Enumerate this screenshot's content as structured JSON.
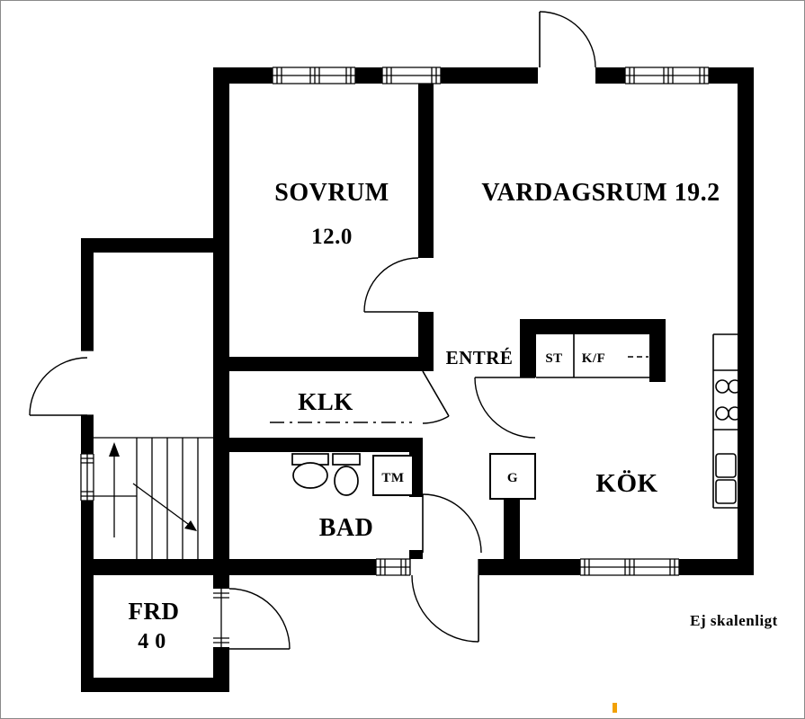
{
  "note": "Ej skalenligt",
  "rooms": {
    "sovrum": {
      "label": "SOVRUM",
      "area": "12.0"
    },
    "vardagsrum": {
      "label": "VARDAGSRUM 19.2"
    },
    "entre": {
      "label": "ENTRÉ"
    },
    "klk": {
      "label": "KLK"
    },
    "bad": {
      "label": "BAD"
    },
    "kok": {
      "label": "KÖK"
    },
    "frd": {
      "label": "FRD",
      "area": "4 0"
    }
  },
  "fixtures": {
    "st": {
      "label": "ST"
    },
    "kf": {
      "label": "K/F"
    },
    "g": {
      "label": "G"
    },
    "tm": {
      "label": "TM"
    }
  },
  "colors": {
    "wall": "#000000",
    "background": "#ffffff",
    "accent_mark": "#f2a104"
  }
}
